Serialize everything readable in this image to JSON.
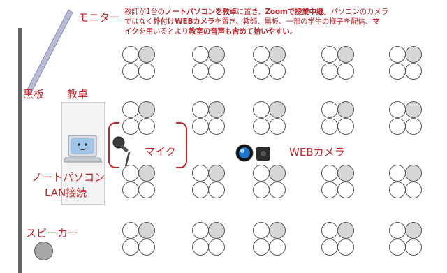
{
  "description": {
    "line1": [
      {
        "t": "教師が1台の",
        "b": false
      },
      {
        "t": "ノートパソコンを教卓",
        "b": true
      },
      {
        "t": "に置き、",
        "b": false
      },
      {
        "t": "Zoomで授業中継",
        "b": true
      },
      {
        "t": "。パソコンのカメラ",
        "b": false
      }
    ],
    "line2": [
      {
        "t": "ではなく",
        "b": false
      },
      {
        "t": "外付けWEBカメラ",
        "b": true
      },
      {
        "t": "を置き、教師、黒板、一部の学生の様子を配信、",
        "b": false
      },
      {
        "t": "マ",
        "b": true
      }
    ],
    "line3": [
      {
        "t": "イク",
        "b": true
      },
      {
        "t": "を用いるとより",
        "b": false
      },
      {
        "t": "教室の音声も含めて拾いやすい",
        "b": true
      },
      {
        "t": "。",
        "b": false
      }
    ]
  },
  "labels": {
    "monitor": "モニター",
    "blackboard": "黒板",
    "teacher_desk": "教卓",
    "mic": "マイク",
    "webcam": "WEBカメラ",
    "laptop_line1": "ノートパソコン",
    "laptop_line2": "LAN接続",
    "speaker": "スピーカー"
  },
  "colors": {
    "accent": "#c0272d",
    "seat_fill": "#d6d6d6",
    "wall": "#666666",
    "monitor": "#b8bcd6"
  },
  "icons": [
    "monitor-icon",
    "laptop-icon",
    "microphone-icon",
    "webcam-icon",
    "speaker-icon"
  ]
}
